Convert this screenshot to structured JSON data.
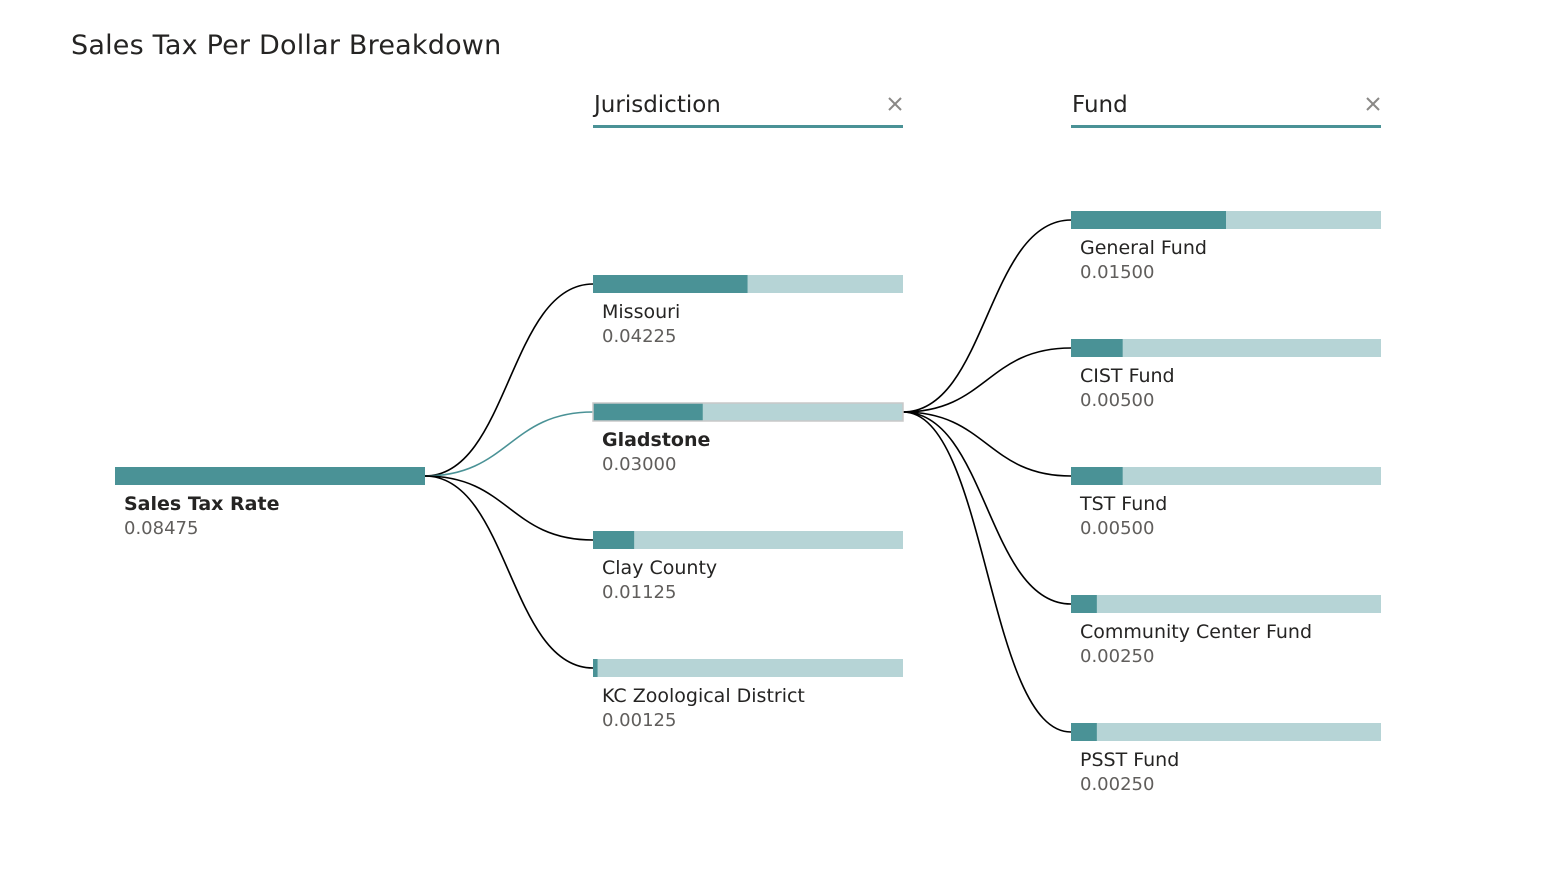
{
  "title": "Sales Tax Per Dollar Breakdown",
  "levels": [
    {
      "label": "Jurisdiction",
      "close_icon": "close-icon"
    },
    {
      "label": "Fund",
      "close_icon": "close-icon"
    }
  ],
  "colors": {
    "fill": "#4a9296",
    "track": "#b6d4d6",
    "link": "#000000",
    "active_link": "#4a9296",
    "selected_border": "#c8c8c8"
  },
  "chart_data": {
    "type": "decomposition-tree",
    "root": {
      "label": "Sales Tax Rate",
      "value": 0.08475,
      "value_text": "0.08475"
    },
    "jurisdiction": [
      {
        "label": "Missouri",
        "value": 0.04225,
        "value_text": "0.04225"
      },
      {
        "label": "Gladstone",
        "value": 0.03,
        "value_text": "0.03000",
        "expanded": true
      },
      {
        "label": "Clay County",
        "value": 0.01125,
        "value_text": "0.01125"
      },
      {
        "label": "KC Zoological District",
        "value": 0.00125,
        "value_text": "0.00125"
      }
    ],
    "fund": [
      {
        "label": "General Fund",
        "value": 0.015,
        "value_text": "0.01500"
      },
      {
        "label": "CIST Fund",
        "value": 0.005,
        "value_text": "0.00500"
      },
      {
        "label": "TST Fund",
        "value": 0.005,
        "value_text": "0.00500"
      },
      {
        "label": "Community Center Fund",
        "value": 0.0025,
        "value_text": "0.00250"
      },
      {
        "label": "PSST Fund",
        "value": 0.0025,
        "value_text": "0.00250"
      }
    ]
  }
}
